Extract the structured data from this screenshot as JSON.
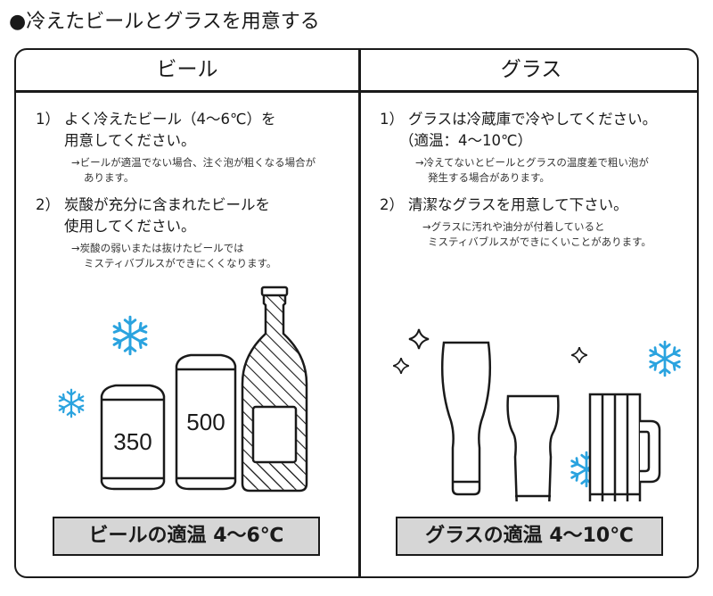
{
  "title": "●冷えたビールとグラスを用意する",
  "beer": {
    "header": "ビール",
    "items": [
      {
        "num": "1）",
        "lines": [
          "よく冷えたビール（4〜6℃）を",
          "用意してください。"
        ],
        "notes": [
          "→ビールが適温でない場合、注ぐ泡が粗くなる場合が",
          "あります。"
        ]
      },
      {
        "num": "2）",
        "lines": [
          "炭酸が充分に含まれたビールを",
          "使用してください。"
        ],
        "notes": [
          "→炭酸の弱いまたは抜けたビールでは",
          "ミスティバブルスができにくくなります。"
        ]
      }
    ],
    "can_small_label": "350",
    "can_large_label": "500",
    "temp_label": "ビールの適温 4〜6℃"
  },
  "glass": {
    "header": "グラス",
    "items": [
      {
        "num": "1）",
        "lines": [
          "グラスは冷蔵庫で冷やしてください。",
          "（適温：4〜10℃）"
        ],
        "notes": [
          "→冷えてないとビールとグラスの温度差で粗い泡が",
          "発生する場合があります。"
        ]
      },
      {
        "num": "2）",
        "lines": [
          "清潔なグラスを用意して下さい。"
        ],
        "notes": [
          "→グラスに汚れや油分が付着していると",
          "ミスティバブルスができにくいことがあります。"
        ]
      }
    ],
    "temp_label": "グラスの適温 4〜10℃"
  },
  "colors": {
    "snowflake": "#2aa3df",
    "border": "#1a1a1a",
    "label_bg": "#d6d6d6"
  },
  "icons": [
    "snowflake-icon",
    "sparkle-icon",
    "beer-can-icon",
    "beer-bottle-icon",
    "pilsner-glass-icon",
    "pint-glass-icon",
    "beer-mug-icon"
  ]
}
